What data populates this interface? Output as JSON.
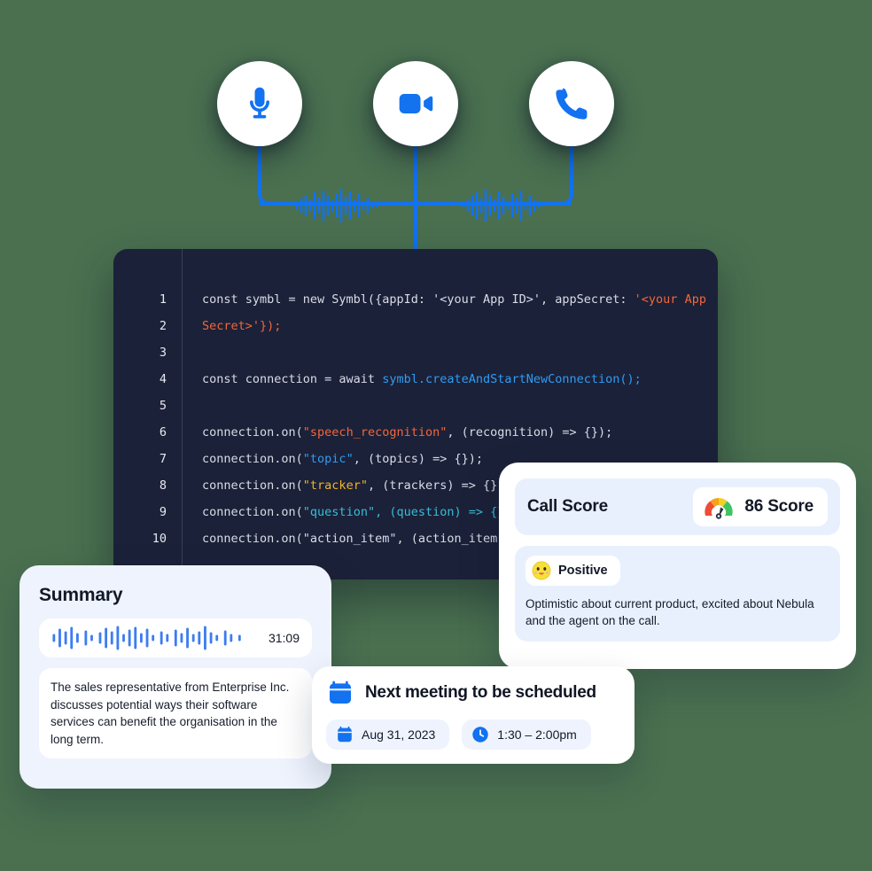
{
  "background_color": "#4a7050",
  "channels": {
    "nodes": [
      {
        "id": "microphone",
        "icon": "microphone-icon",
        "color": "#1272f0"
      },
      {
        "id": "video",
        "icon": "video-camera-icon",
        "color": "#1272f0"
      },
      {
        "id": "phone",
        "icon": "phone-icon",
        "color": "#1272f0"
      }
    ],
    "connector_color": "#1272f0",
    "waveform_color": "#1272f0"
  },
  "code": {
    "language": "javascript",
    "background": "#1b2138",
    "lines": [
      {
        "number": "1",
        "tokens": [
          {
            "t": "const symbl = new Symbl({appId: '<your App ID>', appSecret: ",
            "c": "plain"
          },
          {
            "t": "'<your App",
            "c": "str-o"
          }
        ]
      },
      {
        "number": "2",
        "tokens": [
          {
            "t": "Secret>'});",
            "c": "str-o"
          }
        ]
      },
      {
        "number": "3",
        "tokens": []
      },
      {
        "number": "4",
        "tokens": [
          {
            "t": "const connection = await ",
            "c": "plain"
          },
          {
            "t": "symbl.createAndStartNewConnection();",
            "c": "fn"
          }
        ]
      },
      {
        "number": "5",
        "tokens": []
      },
      {
        "number": "6",
        "tokens": [
          {
            "t": "connection.on(",
            "c": "plain"
          },
          {
            "t": "\"speech_recognition\"",
            "c": "str-o"
          },
          {
            "t": ", (recognition) => {});",
            "c": "plain"
          }
        ]
      },
      {
        "number": "7",
        "tokens": [
          {
            "t": "connection.on(",
            "c": "plain"
          },
          {
            "t": "\"topic\"",
            "c": "str-b"
          },
          {
            "t": ", (topics) => {});",
            "c": "plain"
          }
        ]
      },
      {
        "number": "8",
        "tokens": [
          {
            "t": "connection.on(",
            "c": "plain"
          },
          {
            "t": "\"tracker\"",
            "c": "str-y"
          },
          {
            "t": ", (trackers) => {});",
            "c": "plain"
          }
        ]
      },
      {
        "number": "9",
        "tokens": [
          {
            "t": "connection.on(",
            "c": "plain"
          },
          {
            "t": "\"question\", (question) => {});",
            "c": "cyan"
          }
        ]
      },
      {
        "number": "10",
        "tokens": [
          {
            "t": "connection.on(\"action_item\", (action_item) =",
            "c": "plain"
          }
        ]
      }
    ]
  },
  "summary": {
    "title": "Summary",
    "duration": "31:09",
    "text": "The sales representative from Enterprise Inc. discusses potential ways their software services can benefit the organisation in the long term."
  },
  "call_score": {
    "label": "Call Score",
    "value": "86 Score",
    "gauge_icon": "gauge-icon",
    "gauge_colors": [
      "#ef4c34",
      "#f6a21c",
      "#f3d024",
      "#3fc463"
    ],
    "sentiment": {
      "emoji": "smiling-face-emoji",
      "label": "Positive",
      "description": "Optimistic about current product, excited about Nebula and the agent on the call."
    }
  },
  "meeting": {
    "icon": "calendar-icon",
    "title": "Next meeting to be scheduled",
    "date_icon": "calendar-small-icon",
    "date": "Aug 31, 2023",
    "time_icon": "clock-icon",
    "time": "1:30 – 2:00pm"
  }
}
